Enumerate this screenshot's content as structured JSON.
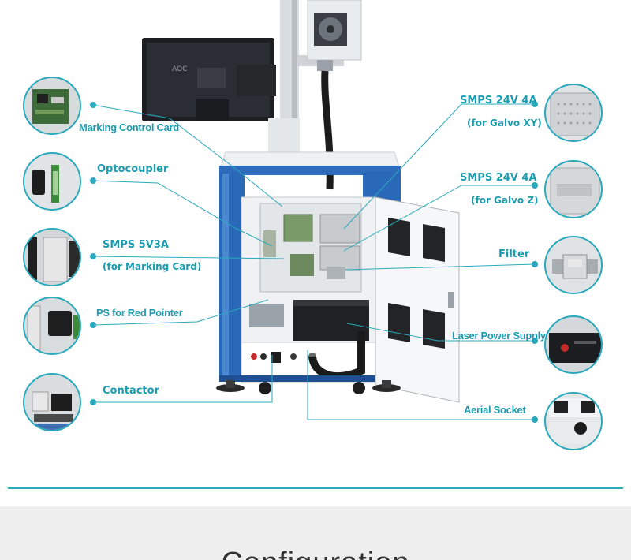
{
  "labels": {
    "marking_control_card": "Marking Control Card",
    "optocoupler": "Optocoupler",
    "smps_5v3a": "SMPS 5V3A",
    "smps_5v3a_sub": "(for Marking Card)",
    "ps_red_pointer": "PS for Red Pointer",
    "contactor": "Contactor",
    "smps_xy": "SMPS 24V 4A",
    "smps_xy_sub": "(for Galvo XY)",
    "smps_z": "SMPS 24V 4A",
    "smps_z_sub": "(for Galvo Z)",
    "filter": "Filter",
    "laser_power_supply": "Laser Power Supply",
    "aerial_socket": "Aerial Socket"
  },
  "monitor_brand": "AOC",
  "section_title": "Configuration",
  "colors": {
    "accent": "#1d9cb0",
    "cabinet_blue": "#2a68b8",
    "footer_bg": "#eeeeee"
  }
}
